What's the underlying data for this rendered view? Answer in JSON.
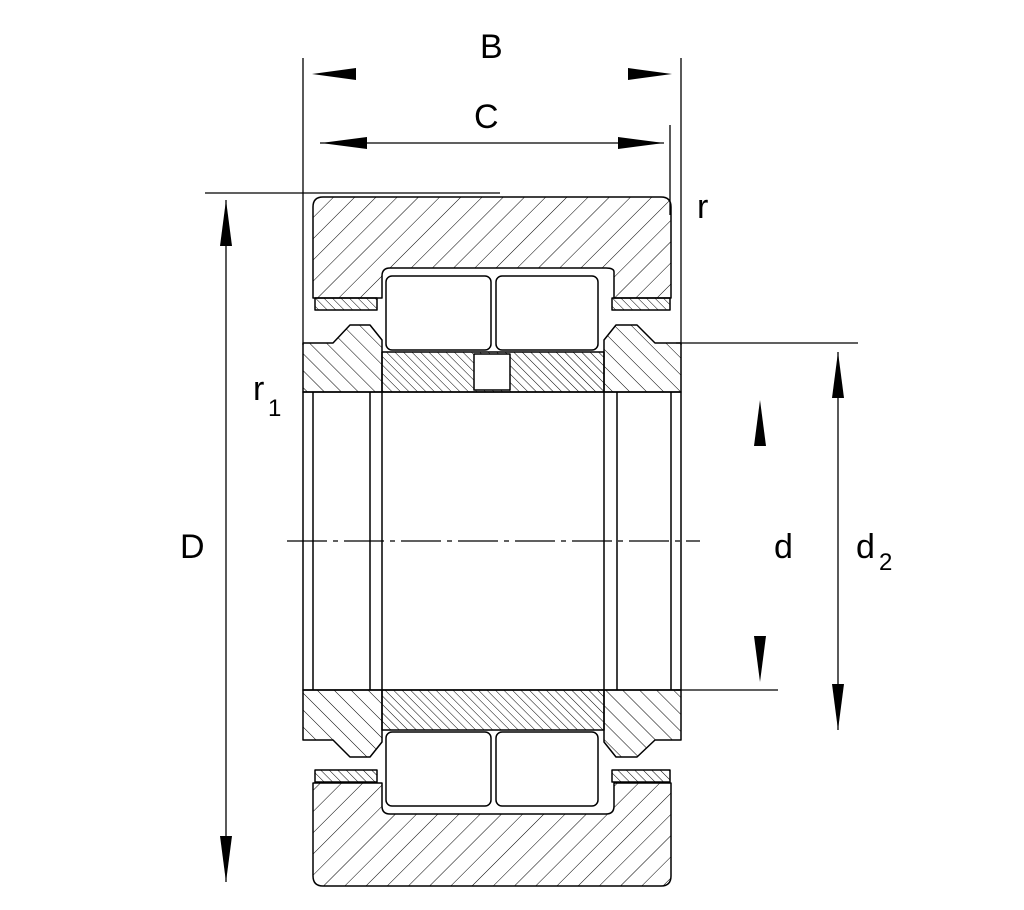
{
  "colors": {
    "line": "#000000",
    "hatch": "#000000",
    "background": "#ffffff"
  },
  "labels": {
    "B": "B",
    "C": "C",
    "r": "r",
    "r1_main": "r",
    "r1_sub": "1",
    "D": "D",
    "d": "d",
    "d2_main": "d",
    "d2_sub": "2"
  }
}
